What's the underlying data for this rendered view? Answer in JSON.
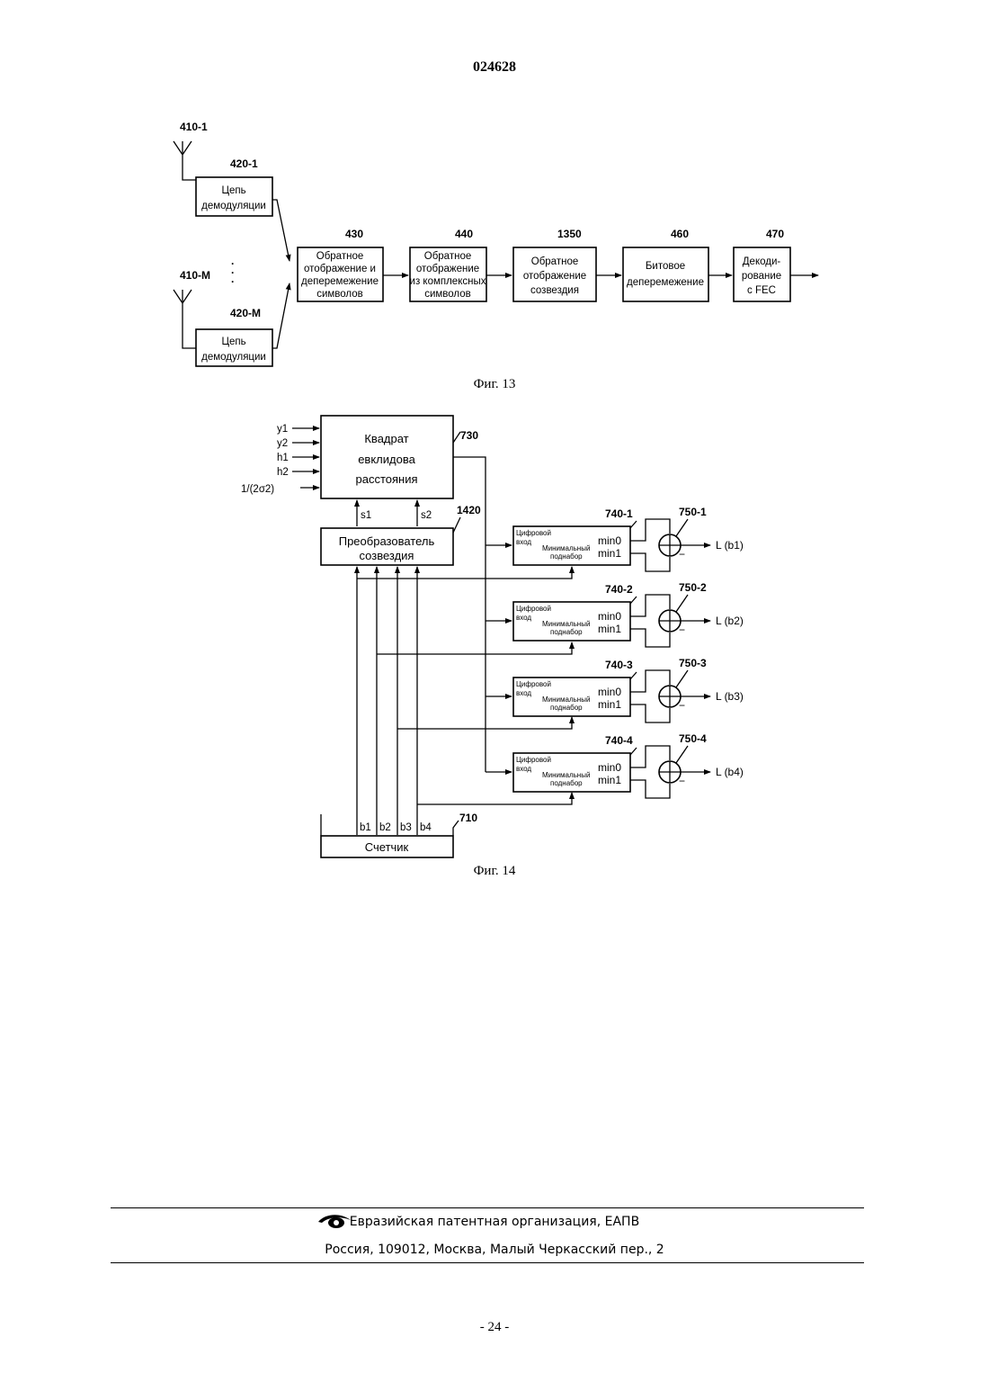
{
  "header": {
    "document_number": "024628"
  },
  "fig13": {
    "caption": "Фиг. 13",
    "antenna_top_label": "410-1",
    "antenna_bottom_label": "410-M",
    "demod_top": {
      "ref": "420-1",
      "line1": "Цепь",
      "line2": "демодуляции"
    },
    "demod_bottom": {
      "ref": "420-M",
      "line1": "Цепь",
      "line2": "демодуляции"
    },
    "blocks": [
      {
        "ref": "430",
        "lines": [
          "Обратное",
          "отображение и",
          "деперемежение",
          "символов"
        ]
      },
      {
        "ref": "440",
        "lines": [
          "Обратное",
          "отображение",
          "из комплексных",
          "символов"
        ]
      },
      {
        "ref": "1350",
        "lines": [
          "Обратное",
          "отображение",
          "созвездия"
        ]
      },
      {
        "ref": "460",
        "lines": [
          "Битовое",
          "деперемежение"
        ]
      },
      {
        "ref": "470",
        "lines": [
          "Декоди-",
          "рование",
          "с FEC"
        ]
      }
    ]
  },
  "fig14": {
    "caption": "Фиг. 14",
    "inputs": [
      "y1",
      "y2",
      "h1",
      "h2",
      "1/(2σ2)"
    ],
    "euclid": {
      "ref": "730",
      "lines": [
        "Квадрат",
        "евклидова",
        "расстояния"
      ]
    },
    "converter": {
      "ref": "1420",
      "lines": [
        "Преобразователь",
        "созвездия"
      ]
    },
    "s_labels": [
      "s1",
      "s2"
    ],
    "counter": {
      "ref": "710",
      "label": "Счетчик",
      "bits": [
        "b1",
        "b2",
        "b3",
        "b4"
      ]
    },
    "selectors": [
      {
        "ref": "740-1",
        "adder": "750-1",
        "out": "L (b1)"
      },
      {
        "ref": "740-2",
        "adder": "750-2",
        "out": "L (b2)"
      },
      {
        "ref": "740-3",
        "adder": "750-3",
        "out": "L (b3)"
      },
      {
        "ref": "740-4",
        "adder": "750-4",
        "out": "L (b4)"
      }
    ],
    "selector_text": {
      "digital": "Цифровой",
      "input": "вход",
      "minimal": "Минимальный",
      "subset": "поднабор",
      "min0": "min0",
      "min1": "min1"
    },
    "minus_sign": "−"
  },
  "footer": {
    "organization": "Евразийская патентная организация, ЕАПВ",
    "address": "Россия, 109012, Москва, Малый Черкасский пер., 2"
  },
  "page": {
    "number": "- 24 -"
  }
}
